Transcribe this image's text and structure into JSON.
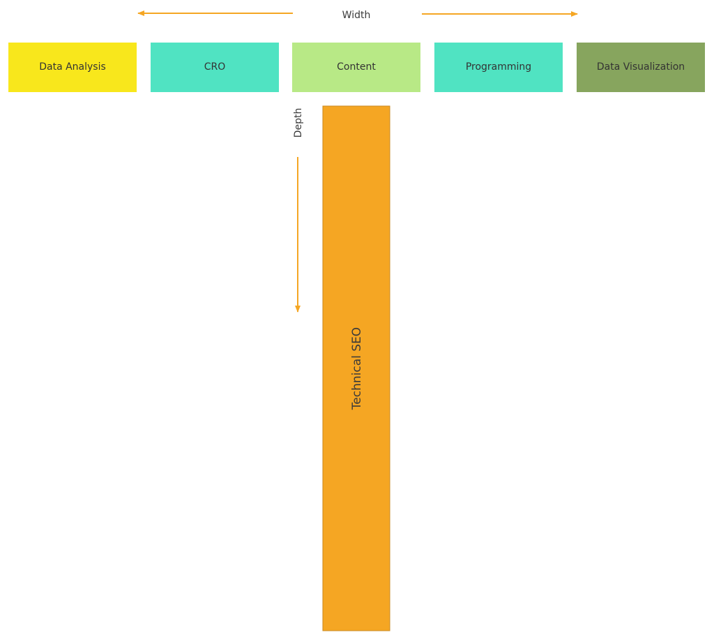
{
  "width_axis": {
    "label": "Width"
  },
  "depth_axis": {
    "label": "Depth"
  },
  "horizontal_skills": [
    {
      "label": "Data Analysis",
      "color": "#F8E71C"
    },
    {
      "label": "CRO",
      "color": "#50E3C2"
    },
    {
      "label": "Content",
      "color": "#B8E986"
    },
    {
      "label": "Programming",
      "color": "#50E3C2"
    },
    {
      "label": "Data Visualization",
      "color": "#87A55E"
    }
  ],
  "vertical_skill": {
    "label": "Technical SEO",
    "color": "#F5A623"
  },
  "arrow_color": "#F5A623"
}
